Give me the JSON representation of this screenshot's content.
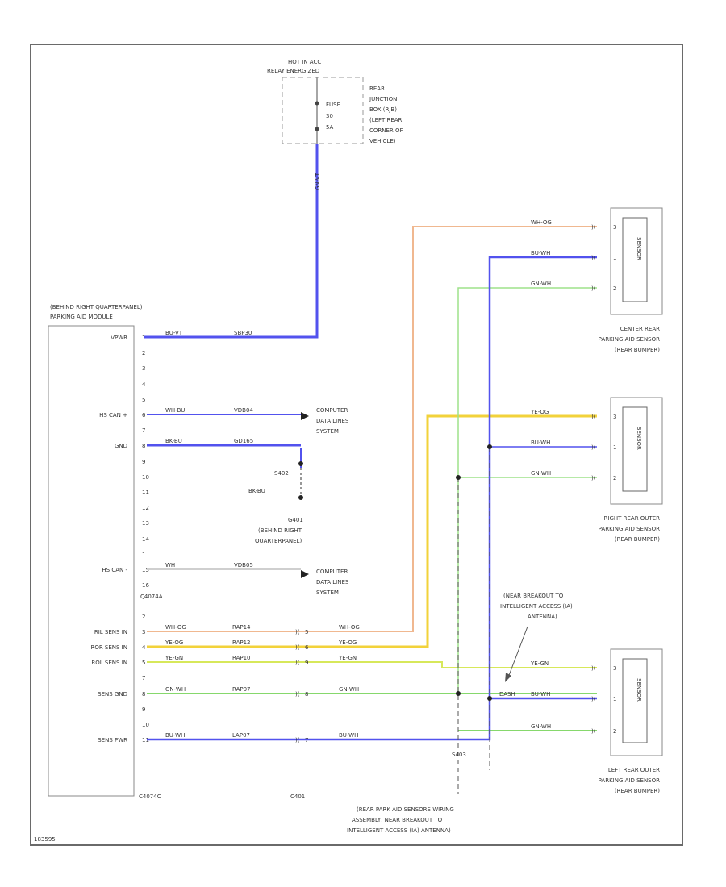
{
  "diagram_id": "183595",
  "fuse_box": {
    "header": [
      "HOT IN ACC",
      "RELAY ENERGIZED"
    ],
    "fuse_label": [
      "FUSE",
      "30",
      "5A"
    ],
    "location": [
      "REAR",
      "JUNCTION",
      "BOX (RJB)",
      "(LEFT REAR",
      "CORNER OF",
      "VEHICLE)"
    ],
    "feed_wire": "GN-VT"
  },
  "module": {
    "title": [
      "(BEHIND RIGHT QUARTERPANEL)",
      "PARKING AID MODULE"
    ],
    "connector_top": "C4074A",
    "connector_bottom": "C4074C",
    "pins": [
      {
        "pin": "1",
        "label": "VPWR",
        "color": "BU-VT",
        "circuit": "SBP30"
      },
      {
        "pin": "2",
        "label": "",
        "color": "",
        "circuit": ""
      },
      {
        "pin": "3",
        "label": "",
        "color": "",
        "circuit": ""
      },
      {
        "pin": "4",
        "label": "",
        "color": "",
        "circuit": ""
      },
      {
        "pin": "5",
        "label": "",
        "color": "",
        "circuit": ""
      },
      {
        "pin": "6",
        "label": "HS CAN +",
        "color": "WH-BU",
        "circuit": "VDB04"
      },
      {
        "pin": "7",
        "label": "",
        "color": "",
        "circuit": ""
      },
      {
        "pin": "8",
        "label": "GND",
        "color": "BK-BU",
        "circuit": "GD165"
      },
      {
        "pin": "9",
        "label": "",
        "color": "",
        "circuit": ""
      },
      {
        "pin": "10",
        "label": "",
        "color": "",
        "circuit": ""
      },
      {
        "pin": "11",
        "label": "",
        "color": "",
        "circuit": ""
      },
      {
        "pin": "12",
        "label": "",
        "color": "",
        "circuit": ""
      },
      {
        "pin": "13",
        "label": "",
        "color": "",
        "circuit": ""
      },
      {
        "pin": "14",
        "label": "",
        "color": "",
        "circuit": ""
      },
      {
        "pin": "1",
        "label": "",
        "color": "",
        "circuit": ""
      },
      {
        "pin": "15",
        "label": "HS CAN -",
        "color": "WH",
        "circuit": "VDB05"
      },
      {
        "pin": "16",
        "label": "",
        "color": "",
        "circuit": ""
      },
      {
        "pin": "1",
        "label": "",
        "color": "",
        "circuit": ""
      },
      {
        "pin": "2",
        "label": "",
        "color": "",
        "circuit": ""
      },
      {
        "pin": "3",
        "label": "RIL SENS IN",
        "color": "WH-OG",
        "circuit": "RAP14"
      },
      {
        "pin": "4",
        "label": "ROR SENS IN",
        "color": "YE-OG",
        "circuit": "RAP12"
      },
      {
        "pin": "5",
        "label": "ROL SENS IN",
        "color": "YE-GN",
        "circuit": "RAP10"
      },
      {
        "pin": "7",
        "label": "",
        "color": "",
        "circuit": ""
      },
      {
        "pin": "8",
        "label": "SENS GND",
        "color": "GN-WH",
        "circuit": "RAP07"
      },
      {
        "pin": "9",
        "label": "",
        "color": "",
        "circuit": ""
      },
      {
        "pin": "10",
        "label": "",
        "color": "",
        "circuit": ""
      },
      {
        "pin": "11",
        "label": "SENS PWR",
        "color": "BU-WH",
        "circuit": "LAP07"
      }
    ]
  },
  "c401": {
    "name": "C401",
    "pins": [
      "5",
      "6",
      "9",
      "8",
      "7"
    ],
    "right_colors": [
      "WH-OG",
      "YE-OG",
      "YE-GN",
      "GN-WH",
      "BU-WH"
    ]
  },
  "to_computer_data": [
    "COMPUTER",
    "DATA LINES",
    "SYSTEM"
  ],
  "ground": {
    "splice": "S402",
    "wire": "BK-BU",
    "point": "G401",
    "location": [
      "(BEHIND RIGHT",
      "QUARTERPANEL)"
    ]
  },
  "splice_bottom": "S403",
  "harness_note": [
    "(REAR PARK AID SENSORS WIRING",
    "ASSEMBLY, NEAR BREAKOUT TO",
    "INTELLIGENT ACCESS (IA) ANTENNA)"
  ],
  "breakout_note": [
    "(NEAR BREAKOUT TO",
    "INTELLIGENT ACCESS (IA)",
    "ANTENNA)"
  ],
  "sensor_text": "SENSOR",
  "sensors": [
    {
      "name": [
        "CENTER REAR",
        "PARKING AID SENSOR",
        "(REAR BUMPER)"
      ],
      "pins": [
        "3",
        "1",
        "2"
      ],
      "wires": [
        "WH-OG",
        "BU-WH",
        "GN-WH"
      ]
    },
    {
      "name": [
        "RIGHT REAR OUTER",
        "PARKING AID SENSOR",
        "(REAR BUMPER)"
      ],
      "pins": [
        "3",
        "1",
        "2"
      ],
      "wires": [
        "YE-OG",
        "BU-WH",
        "GN-WH"
      ]
    },
    {
      "name": [
        "LEFT REAR OUTER",
        "PARKING AID SENSOR",
        "(REAR BUMPER)"
      ],
      "pins": [
        "3",
        "1",
        "2"
      ],
      "wires": [
        "YE-GN",
        "BU-WH",
        "GN-WH"
      ]
    }
  ],
  "dash_wire": "DASH",
  "colors": {
    "blue": "#5252ee",
    "orange": "#f0b890",
    "yellow": "#f2d23a",
    "yellowgreen": "#d7e85a",
    "green": "#86d86c",
    "greenlight": "#9ee28a",
    "frame": "#6a6a6a"
  }
}
